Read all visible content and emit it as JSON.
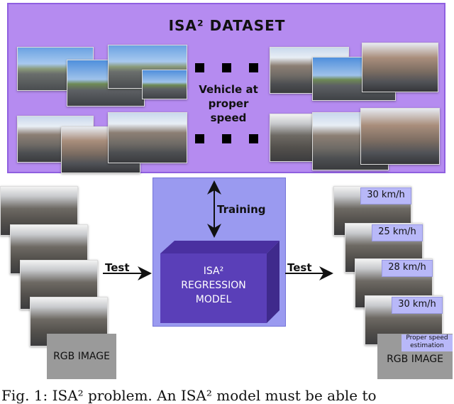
{
  "dataset": {
    "title": "ISA² DATASET",
    "vehicle_text": "Vehicle at proper speed"
  },
  "model": {
    "training_label": "Training",
    "label_line1": "ISA²",
    "label_line2": "REGRESSION",
    "label_line3": "MODEL"
  },
  "left": {
    "test_label": "Test",
    "rgb_label": "RGB IMAGE"
  },
  "right": {
    "test_label": "Test",
    "speeds": [
      "30 km/h",
      "25 km/h",
      "28 km/h",
      "30 km/h"
    ],
    "proper_label": "Proper speed estimation",
    "rgb_label": "RGB IMAGE"
  },
  "caption": {
    "text": "Fig. 1: ISA² problem. An ISA² model must be able to"
  }
}
